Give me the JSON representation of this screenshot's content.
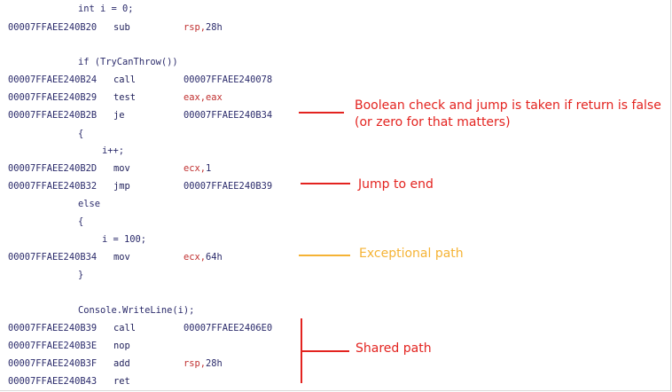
{
  "source_lines": {
    "int_i": "int i = 0;",
    "if_try": "if (TryCanThrow())",
    "brace_open_1": "{",
    "i_inc": "i++;",
    "else": "else",
    "brace_open_2": "{",
    "i_assign": "i = 100;",
    "brace_close_2": "}",
    "console": "Console.WriteLine(i);"
  },
  "asm": [
    {
      "addr": "00007FFAEE240B20",
      "mnemonic": "sub",
      "operand": "rsp,",
      "operand2": "28h"
    },
    {
      "addr": "00007FFAEE240B24",
      "mnemonic": "call",
      "operand": "00007FFAEE240078",
      "operand2": ""
    },
    {
      "addr": "00007FFAEE240B29",
      "mnemonic": "test",
      "operand": "eax,eax",
      "operand2": ""
    },
    {
      "addr": "00007FFAEE240B2B",
      "mnemonic": "je",
      "operand": "00007FFAEE240B34",
      "operand2": ""
    },
    {
      "addr": "00007FFAEE240B2D",
      "mnemonic": "mov",
      "operand": "ecx,",
      "operand2": "1"
    },
    {
      "addr": "00007FFAEE240B32",
      "mnemonic": "jmp",
      "operand": "00007FFAEE240B39",
      "operand2": ""
    },
    {
      "addr": "00007FFAEE240B34",
      "mnemonic": "mov",
      "operand": "ecx,",
      "operand2": "64h"
    },
    {
      "addr": "00007FFAEE240B39",
      "mnemonic": "call",
      "operand": "00007FFAEE2406E0",
      "operand2": ""
    },
    {
      "addr": "00007FFAEE240B3E",
      "mnemonic": "nop",
      "operand": "",
      "operand2": ""
    },
    {
      "addr": "00007FFAEE240B3F",
      "mnemonic": "add",
      "operand": "rsp,",
      "operand2": "28h"
    },
    {
      "addr": "00007FFAEE240B43",
      "mnemonic": "ret",
      "operand": "",
      "operand2": ""
    }
  ],
  "annotations": {
    "boolean_check": "Boolean check and jump is taken if return is false\n(or zero for that matters)",
    "jump_to_end": "Jump to end",
    "exceptional_path": "Exceptional path",
    "shared_path": "Shared path"
  },
  "colors": {
    "annotation_red": "#e3231f",
    "annotation_orange": "#f5b335",
    "register_red": "#c03030",
    "asm_text": "#1f1f5a"
  }
}
